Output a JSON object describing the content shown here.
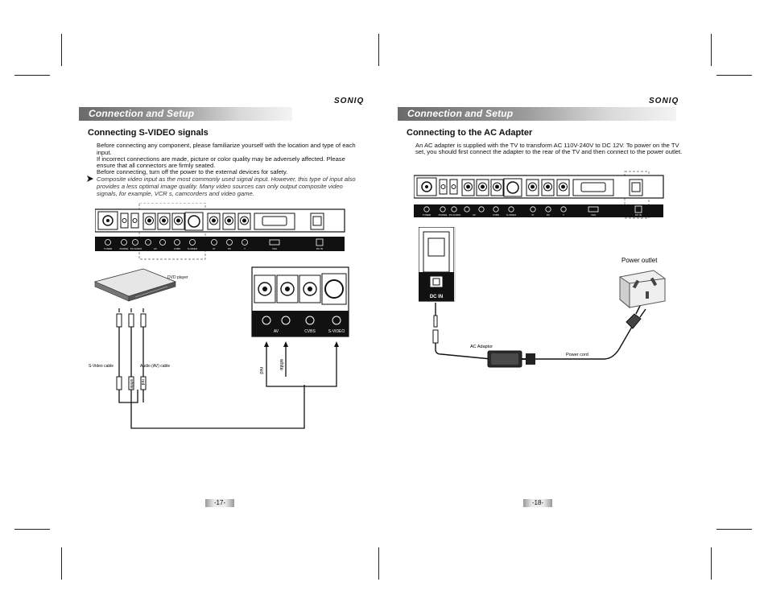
{
  "left_page": {
    "header_title": "Connection and Setup",
    "brand": "SONIQ",
    "heading": "Connecting S-VIDEO signals",
    "paragraphs": [
      "Before connecting any component, please familiarize yourself with the location and type of each",
      "input.",
      "If incorrect connections are made, picture or color quality may be adversely affected. Please",
      "ensure that all connectors are firmly seated.",
      "Before connecting, turn off the power to the external devices for safety."
    ],
    "note": [
      "Composite video input as the most commonly used signal input. However, this type of input also",
      "provides a less optimal image quality. Many video sources can only output composite video",
      "signals, for example, VCR s, camcorders and video game."
    ],
    "panel_labels": [
      "TUNER",
      "PHONE",
      "PC AUDIO",
      "AV",
      "CVBS",
      "S-VIDEO",
      "Pr",
      "Pb",
      "Y",
      "VGA",
      "DC IN"
    ],
    "device_label": "DVD player",
    "svideo_cable_label": "S-Video cable",
    "av_cable_label": "Audio (AV) cable",
    "wire_white": "white",
    "wire_red": "red",
    "zoom_labels": [
      "AV",
      "CVBS",
      "S-VIDEO"
    ],
    "page_number": "-17-"
  },
  "right_page": {
    "header_title": "Connection and Setup",
    "brand": "SONIQ",
    "heading": "Connecting to the AC Adapter",
    "paragraphs": [
      "An AC adapter is supplied with the TV to transform AC 110V-240V to DC 12V. To power on the TV",
      "set, you should first connect the adapter to the rear of the TV and then connect to the power outlet."
    ],
    "panel_labels": [
      "TUNER",
      "PHONE",
      "PC AUDIO",
      "AV",
      "CVBS",
      "S-VIDEO",
      "Pr",
      "Pb",
      "Y",
      "VGA",
      "DC IN"
    ],
    "dc_in_label": "DC IN",
    "power_outlet_label": "Power outlet",
    "ac_adaptor_label": "AC Adaptor",
    "power_cord_label": "Power cord",
    "page_number": "-18-"
  }
}
